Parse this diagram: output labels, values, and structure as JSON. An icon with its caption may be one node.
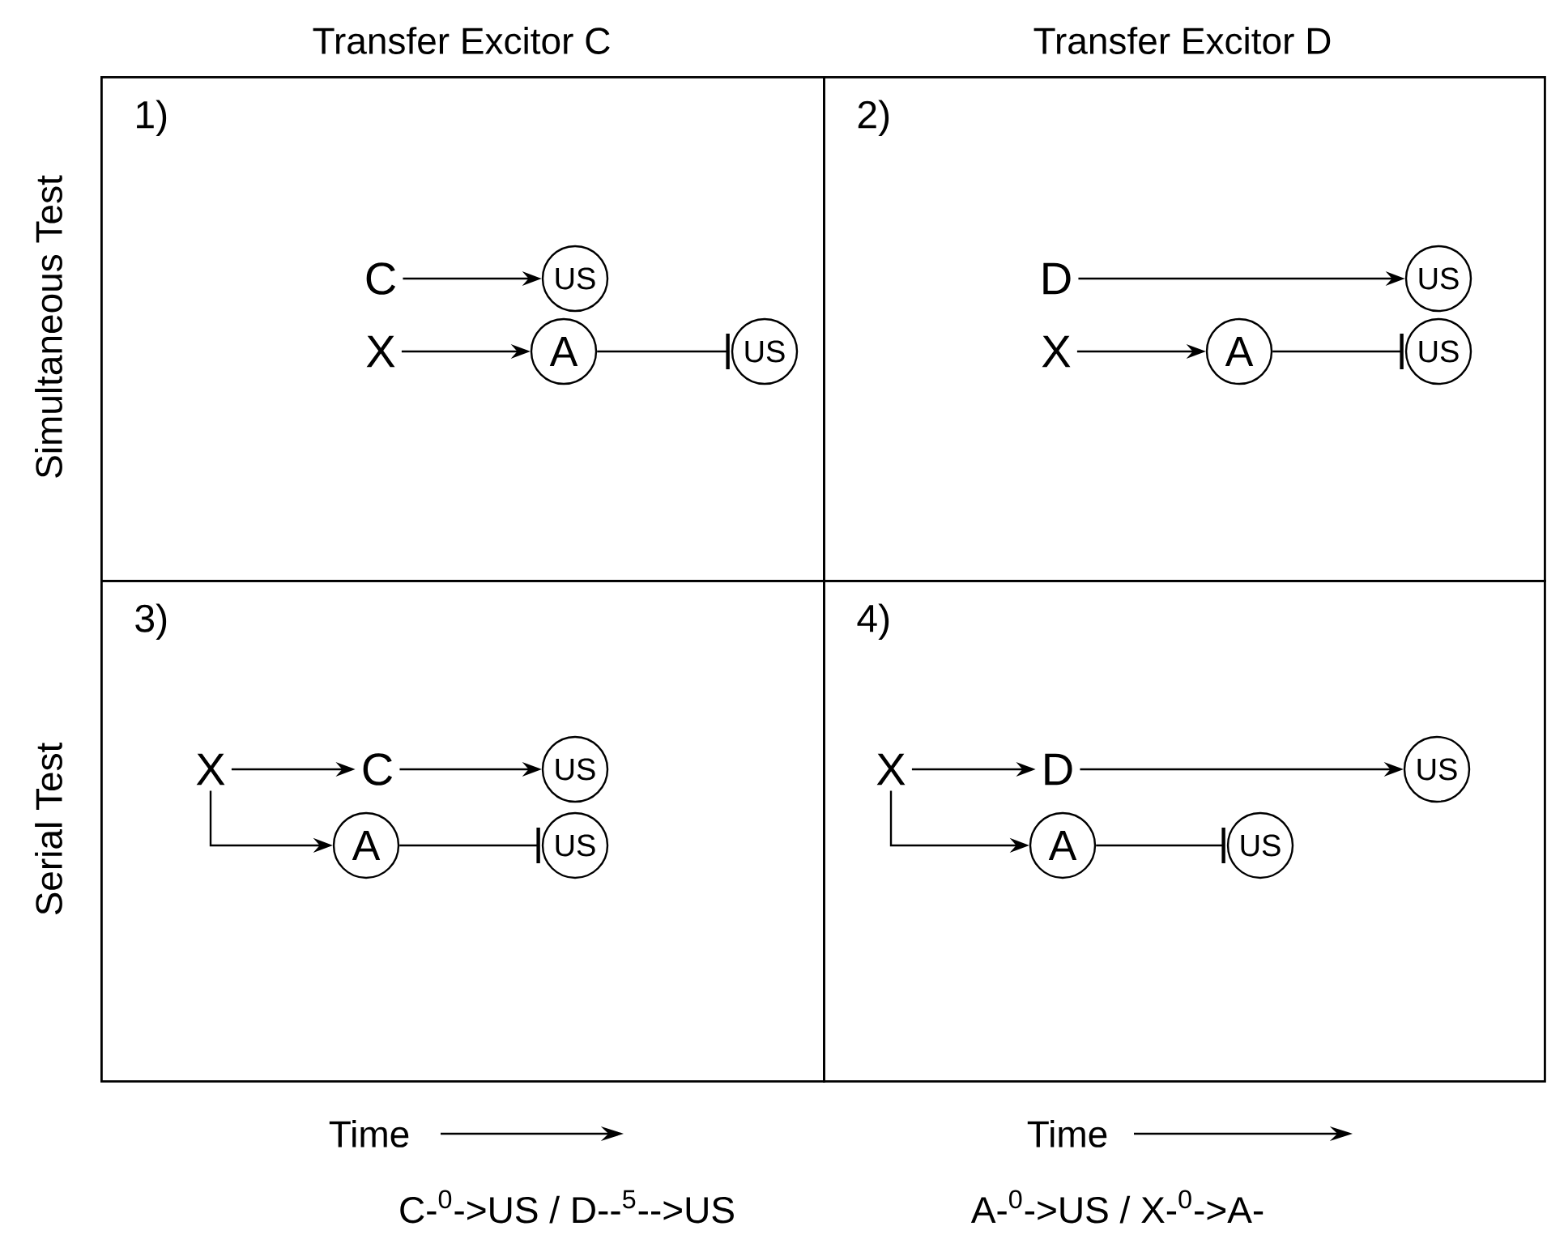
{
  "diagram": {
    "nodes": [
      {
        "text": [
          "1)"
        ]
      },
      {
        "text": [
          "C"
        ],
        "in": 0
      },
      {
        "text": [
          "US"
        ],
        "in": 0
      },
      {
        "text": [
          "X"
        ],
        "in": 0
      },
      {
        "text": [
          "A"
        ],
        "in": 0
      },
      {
        "text": [
          "US"
        ],
        "in": 0
      },
      {
        "text": [
          "2)"
        ]
      },
      {
        "text": [
          "D"
        ],
        "in": 6
      },
      {
        "text": [
          "US"
        ],
        "in": 6
      },
      {
        "text": [
          "X"
        ],
        "in": 6
      },
      {
        "text": [
          "A"
        ],
        "in": 6
      },
      {
        "text": [
          "US"
        ],
        "in": 6
      },
      {
        "text": [
          "3)"
        ]
      },
      {
        "text": [
          "X"
        ],
        "in": 12
      },
      {
        "text": [
          "C"
        ],
        "in": 12
      },
      {
        "text": [
          "US"
        ],
        "in": 12
      },
      {
        "text": [
          "A"
        ],
        "in": 12
      },
      {
        "text": [
          "US"
        ],
        "in": 12
      },
      {
        "text": [
          "4)"
        ]
      },
      {
        "text": [
          "X"
        ],
        "in": 18
      },
      {
        "text": [
          "D"
        ],
        "in": 18
      },
      {
        "text": [
          "US"
        ],
        "in": 18
      },
      {
        "text": [
          "A"
        ],
        "in": 18
      },
      {
        "text": [
          "US"
        ],
        "in": 18
      }
    ],
    "edges": [
      {
        "from": 1,
        "to": 2,
        "arrow": "to"
      },
      {
        "from": 3,
        "to": 4,
        "arrow": "to"
      },
      {
        "from": 4,
        "to": 5,
        "arrow": "other"
      },
      {
        "from": 7,
        "to": 8,
        "arrow": "to"
      },
      {
        "from": 9,
        "to": 10,
        "arrow": "to"
      },
      {
        "from": 10,
        "to": 11,
        "arrow": "other"
      },
      {
        "from": 13,
        "to": 14,
        "arrow": "to"
      },
      {
        "from": 14,
        "to": 15,
        "arrow": "to"
      },
      {
        "from": 13,
        "to": 16,
        "arrow": "to"
      },
      {
        "from": 16,
        "to": 17,
        "arrow": "other"
      },
      {
        "from": 19,
        "to": 20,
        "arrow": "to"
      },
      {
        "from": 20,
        "to": 21,
        "arrow": "to"
      },
      {
        "from": 19,
        "to": 22,
        "arrow": "to"
      },
      {
        "from": 22,
        "to": 23,
        "arrow": "other"
      }
    ],
    "labels": [
      "Transfer Excitor C",
      "Transfer Excitor D",
      "Simultaneous Test",
      "Serial Test",
      "Time",
      "Time",
      "C-$^{0}$->US / D--$^{5}$-->US",
      "A-$^{0}$->US / X-$^{0}$->A-"
    ]
  }
}
